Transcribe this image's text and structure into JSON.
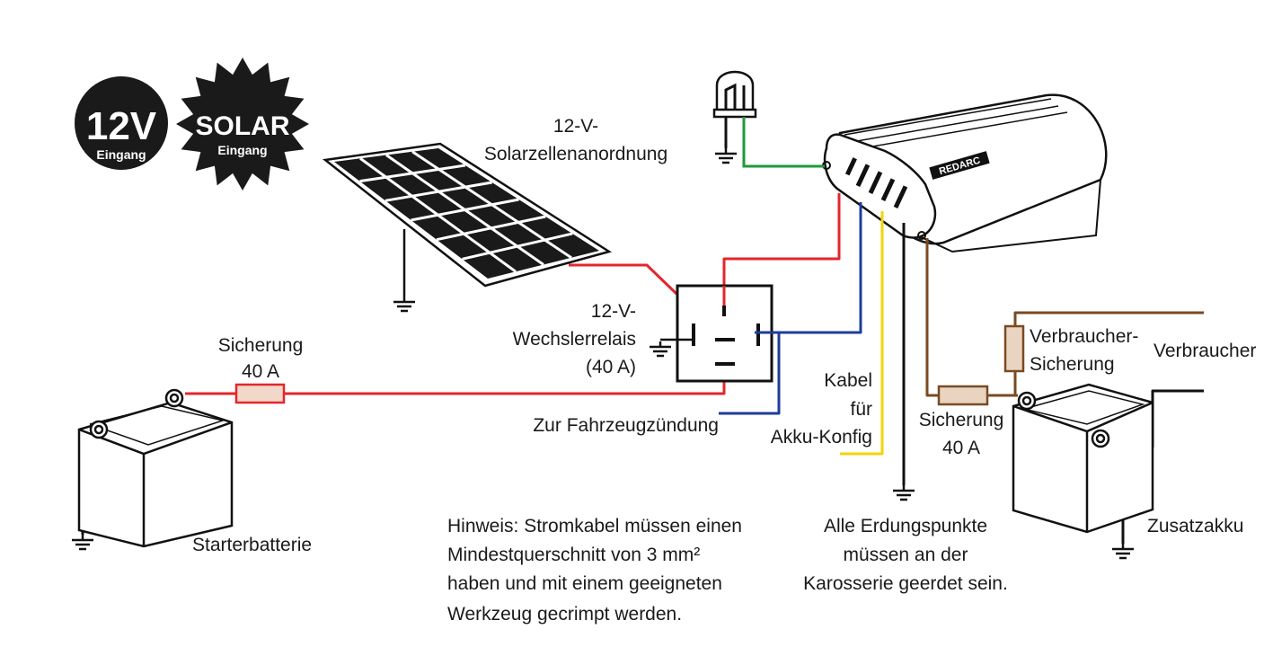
{
  "badges": {
    "v12": {
      "big": "12V",
      "small": "Eingang"
    },
    "solar": {
      "big": "SOLAR",
      "small": "Eingang"
    }
  },
  "labels": {
    "solar_array": [
      "12-V-",
      "Solarzellenanordnung"
    ],
    "relay": [
      "12-V-",
      "Wechslerrelais",
      "(40 A)"
    ],
    "fuse_left": [
      "Sicherung",
      "40 A"
    ],
    "ignition": "Zur Fahrzeugzündung",
    "akku_konfig": [
      "Kabel",
      "für",
      "Akku-Konfig"
    ],
    "fuse_right": [
      "Sicherung",
      "40 A"
    ],
    "load_fuse": [
      "Verbraucher-",
      "Sicherung"
    ],
    "load": "Verbraucher",
    "starter": "Starterbatterie",
    "aux": "Zusatzakku",
    "note": [
      "Hinweis: Stromkabel müssen einen",
      "Mindestquerschnitt von 3 mm²",
      "haben und mit einem geeigneten",
      "Werkzeug gecrimpt werden."
    ],
    "ground_note": [
      "Alle Erdungspunkte",
      "müssen an der",
      "Karosserie geerdet sein."
    ],
    "brand": "REDARC"
  },
  "colors": {
    "positive": "#e3262c",
    "ignition": "#1f3c9c",
    "config": "#f2d40b",
    "ground_wire": "#111111",
    "output": "#7a4a22",
    "led_ground": "#1f9a3a"
  }
}
